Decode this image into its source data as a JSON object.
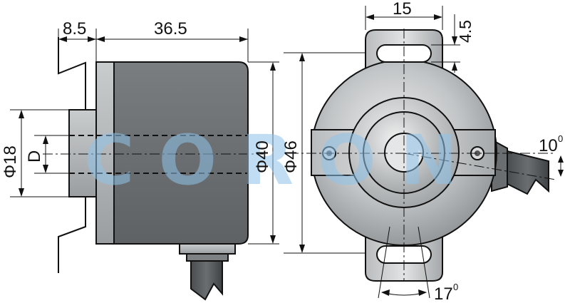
{
  "drawing": {
    "dimensions": {
      "flange_thickness": "8.5",
      "body_length": "36.5",
      "shaft_bore_diameter": "18",
      "bore_symbol": "D",
      "body_diameter": "40",
      "flange_diameter": "46",
      "tab_width": "15",
      "slot_height": "4.5",
      "cable_angle": "10",
      "slot_angle": "17"
    },
    "symbols": {
      "diameter": "Φ",
      "degree": "0"
    },
    "watermark": "CORON"
  },
  "colors": {
    "body_dark": "#6f7375",
    "metal_light": "#c6c9cb",
    "metal_mid": "#a9adaf",
    "line": "#111111",
    "watermark": "#8fc3ea"
  }
}
